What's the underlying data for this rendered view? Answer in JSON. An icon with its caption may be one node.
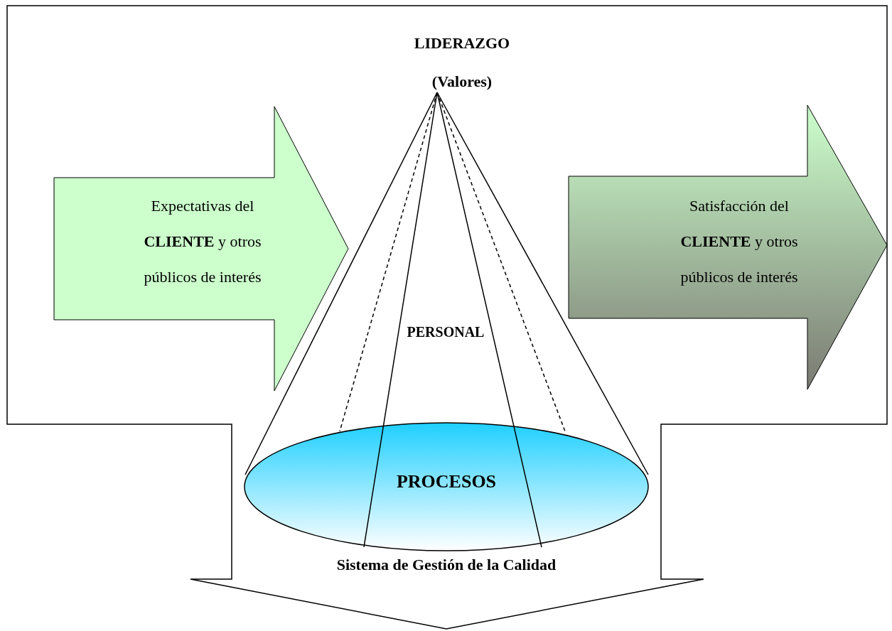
{
  "diagram": {
    "nodes": [
      {
        "text": [
          "Sistema de Gestión de la Calidad"
        ]
      },
      {
        "text": [
          "Expectativas del **CLIENTE** y otros públicos de interés"
        ],
        "in": 0
      },
      {
        "text": [
          "Satisfacción del **CLIENTE** y otros públicos de interés"
        ],
        "in": 0
      },
      {
        "text": [
          "LIDERAZGO (Valores)",
          "PERSONAL"
        ],
        "in": 0
      },
      {
        "text": [
          "PROCESOS"
        ],
        "in": 3
      }
    ],
    "edges": []
  }
}
